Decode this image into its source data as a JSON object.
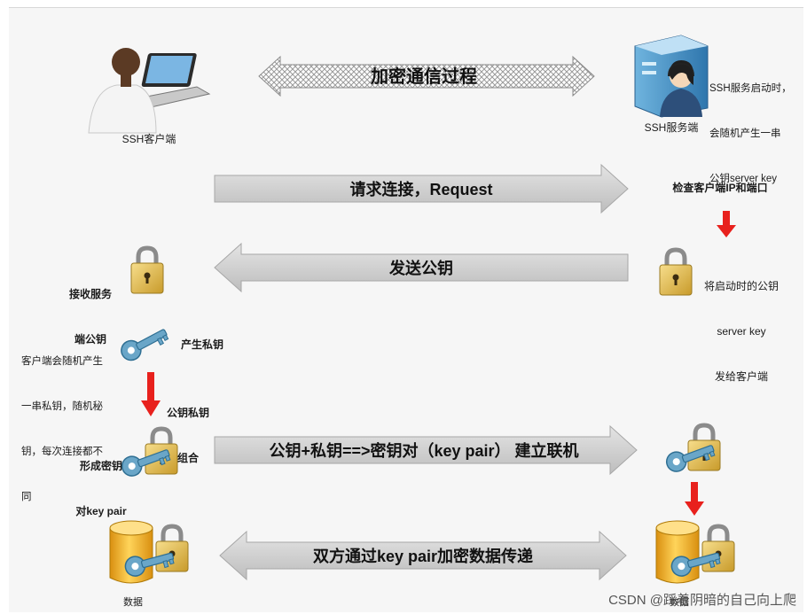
{
  "header": {
    "title": "加密通信过程"
  },
  "nodes": {
    "client": {
      "label": "SSH客户端"
    },
    "server": {
      "label": "SSH服务端",
      "note_lines": [
        "SSH服务启动时，",
        "会随机产生一串",
        "公钥server key"
      ]
    }
  },
  "steps": {
    "request": {
      "label": "请求连接，Request",
      "server_note": "检查客户端IP和端口"
    },
    "send_key": {
      "label": "发送公钥",
      "client_note_lines": [
        "接收服务",
        "端公钥"
      ],
      "server_note_lines": [
        "将启动时的公钥",
        "server key",
        "发给客户端"
      ]
    },
    "private_key": {
      "client_note_lines": [
        "客户端会随机产生",
        "一串私钥，随机秘",
        "钥，每次连接都不",
        "同"
      ],
      "key_label": "产生私钥",
      "combine_label_lines": [
        "公钥私钥",
        "组合"
      ]
    },
    "key_pair": {
      "label": "公钥+私钥==>密钥对（key pair） 建立联机",
      "client_note_lines": [
        "形成密钥",
        "对key pair"
      ]
    },
    "transfer": {
      "label": "双方通过key pair加密数据传递",
      "client_db_label": "数据",
      "server_db_label": "数据"
    }
  },
  "watermark": "CSDN @踩着阴暗的自己向上爬",
  "colors": {
    "arrow_fill": "#cfcfcf",
    "red_arrow": "#e8211d",
    "lock_gold": "#e8c35a",
    "key_blue": "#6aa6c8",
    "db_gold": "#f0b52a"
  }
}
